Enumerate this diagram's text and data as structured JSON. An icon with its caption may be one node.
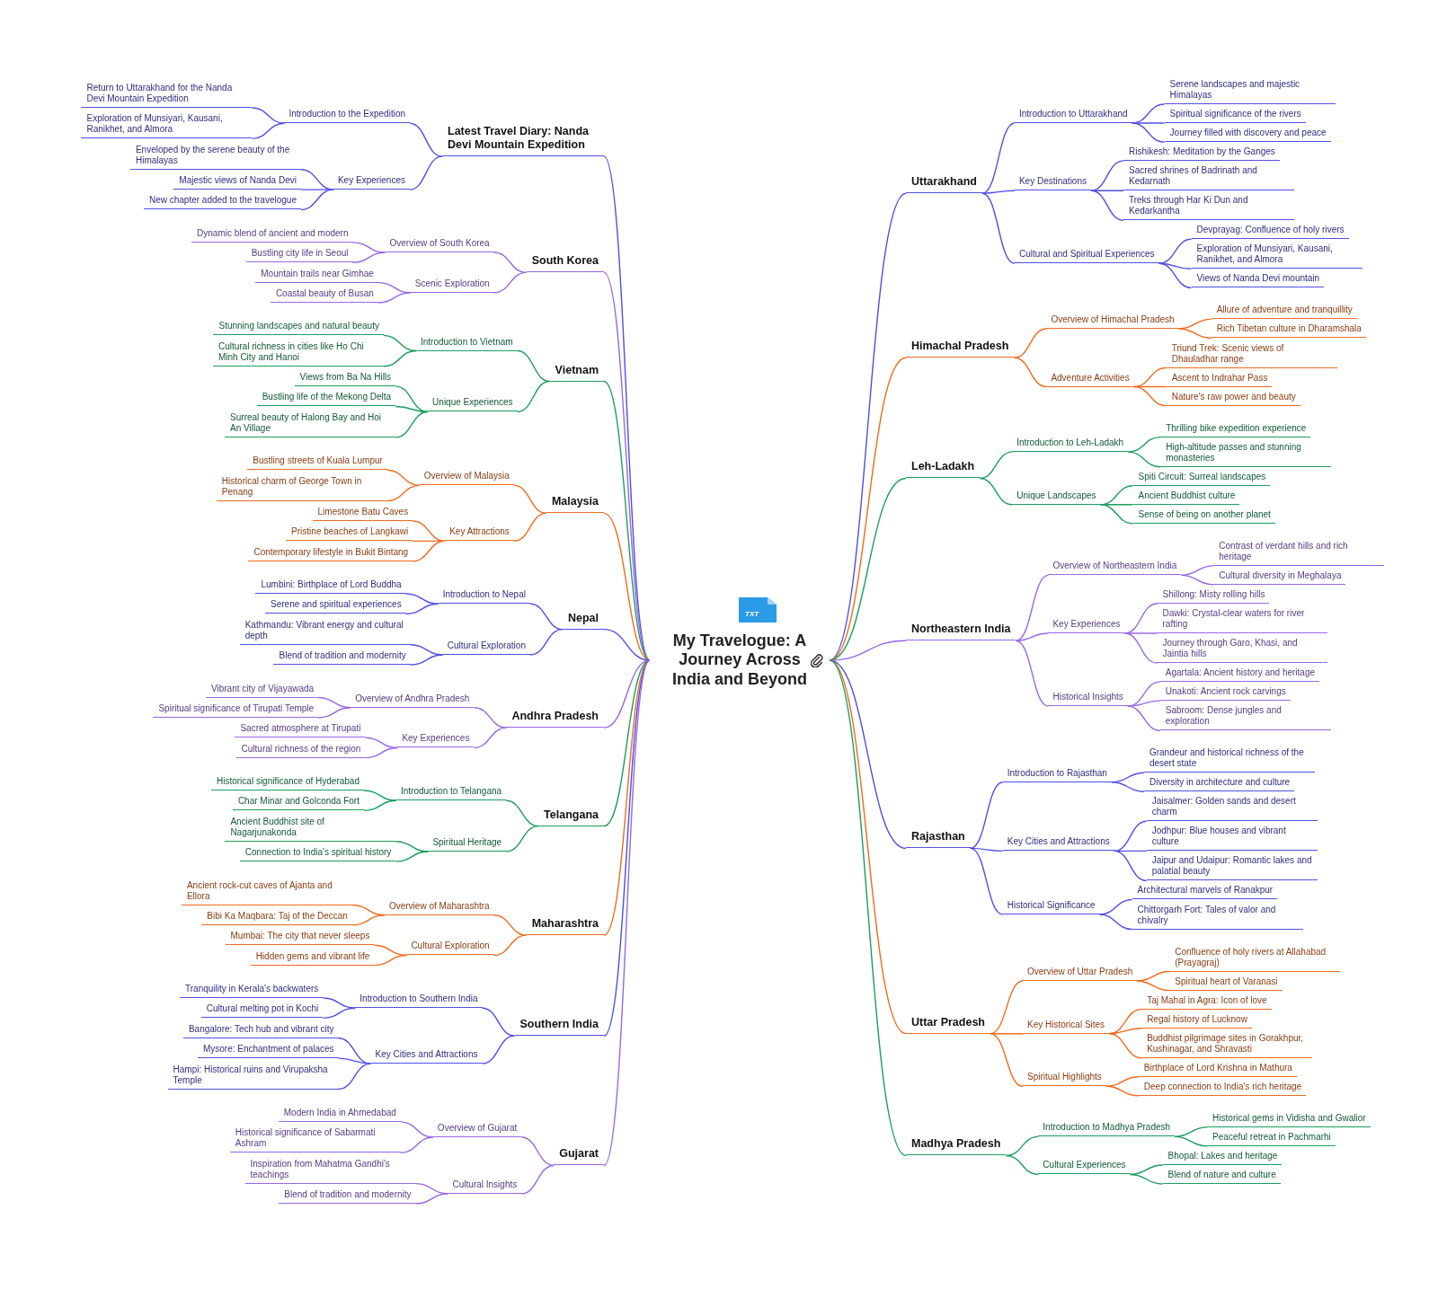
{
  "diagram": {
    "nodes": [
      {
        "text": [
          "My Travelogue: A Journey Across India and Beyond"
        ]
      },
      {
        "text": [
          "Uttarakhand"
        ]
      },
      {
        "text": [
          "Introduction to Uttarakhand"
        ]
      },
      {
        "text": [
          "Serene landscapes and majestic Himalayas"
        ]
      },
      {
        "text": [
          "Spiritual significance of the rivers"
        ]
      },
      {
        "text": [
          "Journey filled with discovery and peace"
        ]
      },
      {
        "text": [
          "Key Destinations"
        ]
      },
      {
        "text": [
          "Rishikesh: Meditation by the Ganges"
        ]
      },
      {
        "text": [
          "Sacred shrines of Badrinath and Kedarnath"
        ]
      },
      {
        "text": [
          "Treks through Har Ki Dun and Kedarkantha"
        ]
      },
      {
        "text": [
          "Cultural and Spiritual Experiences"
        ]
      },
      {
        "text": [
          "Devprayag: Confluence of holy rivers"
        ]
      },
      {
        "text": [
          "Exploration of Munsiyari, Kausani, Ranikhet, and Almora"
        ]
      },
      {
        "text": [
          "Views of Nanda Devi mountain"
        ]
      },
      {
        "text": [
          "Himachal Pradesh"
        ]
      },
      {
        "text": [
          "Overview of Himachal Pradesh"
        ]
      },
      {
        "text": [
          "Allure of adventure and tranquillity"
        ]
      },
      {
        "text": [
          "Rich Tibetan culture in Dharamshala"
        ]
      },
      {
        "text": [
          "Adventure Activities"
        ]
      },
      {
        "text": [
          "Triund Trek: Scenic views of Dhauladhar range"
        ]
      },
      {
        "text": [
          "Ascent to Indrahar Pass"
        ]
      },
      {
        "text": [
          "Nature's raw power and beauty"
        ]
      },
      {
        "text": [
          "Leh-Ladakh"
        ]
      },
      {
        "text": [
          "Introduction to Leh-Ladakh"
        ]
      },
      {
        "text": [
          "Thrilling bike expedition experience"
        ]
      },
      {
        "text": [
          "High-altitude passes and stunning monasteries"
        ]
      },
      {
        "text": [
          "Unique Landscapes"
        ]
      },
      {
        "text": [
          "Spiti Circuit: Surreal landscapes"
        ]
      },
      {
        "text": [
          "Ancient Buddhist culture"
        ]
      },
      {
        "text": [
          "Sense of being on another planet"
        ]
      },
      {
        "text": [
          "Northeastern India"
        ]
      },
      {
        "text": [
          "Overview of Northeastern India"
        ]
      },
      {
        "text": [
          "Contrast of verdant hills and rich heritage"
        ]
      },
      {
        "text": [
          "Cultural diversity in Meghalaya"
        ]
      },
      {
        "text": [
          "Key Experiences"
        ]
      },
      {
        "text": [
          "Shillong: Misty rolling hills"
        ]
      },
      {
        "text": [
          "Dawki: Crystal-clear waters for river rafting"
        ]
      },
      {
        "text": [
          "Journey through Garo, Khasi, and Jaintia hills"
        ]
      },
      {
        "text": [
          "Historical Insights"
        ]
      },
      {
        "text": [
          "Agartala: Ancient history and heritage"
        ]
      },
      {
        "text": [
          "Unakoti: Ancient rock carvings"
        ]
      },
      {
        "text": [
          "Sabroom: Dense jungles and exploration"
        ]
      },
      {
        "text": [
          "Rajasthan"
        ]
      },
      {
        "text": [
          "Introduction to Rajasthan"
        ]
      },
      {
        "text": [
          "Grandeur and historical richness of the desert state"
        ]
      },
      {
        "text": [
          "Diversity in architecture and culture"
        ]
      },
      {
        "text": [
          "Key Cities and Attractions"
        ]
      },
      {
        "text": [
          "Jaisalmer: Golden sands and desert charm"
        ]
      },
      {
        "text": [
          "Jodhpur: Blue houses and vibrant culture"
        ]
      },
      {
        "text": [
          "Jaipur and Udaipur: Romantic lakes and palatial beauty"
        ]
      },
      {
        "text": [
          "Historical Significance"
        ]
      },
      {
        "text": [
          "Architectural marvels of Ranakpur"
        ]
      },
      {
        "text": [
          "Chittorgarh Fort: Tales of valor and chivalry"
        ]
      },
      {
        "text": [
          "Uttar Pradesh"
        ]
      },
      {
        "text": [
          "Overview of Uttar Pradesh"
        ]
      },
      {
        "text": [
          "Confluence of holy rivers at Allahabad (Prayagraj)"
        ]
      },
      {
        "text": [
          "Spiritual heart of Varanasi"
        ]
      },
      {
        "text": [
          "Key Historical Sites"
        ]
      },
      {
        "text": [
          "Taj Mahal in Agra: Icon of love"
        ]
      },
      {
        "text": [
          "Regal history of Lucknow"
        ]
      },
      {
        "text": [
          "Buddhist pilgrimage sites in Gorakhpur, Kushinagar, and Shravasti"
        ]
      },
      {
        "text": [
          "Spiritual Highlights"
        ]
      },
      {
        "text": [
          "Birthplace of Lord Krishna in Mathura"
        ]
      },
      {
        "text": [
          "Deep connection to India's rich heritage"
        ]
      },
      {
        "text": [
          "Madhya Pradesh"
        ]
      },
      {
        "text": [
          "Introduction to Madhya Pradesh"
        ]
      },
      {
        "text": [
          "Historical gems in Vidisha and Gwalior"
        ]
      },
      {
        "text": [
          "Peaceful retreat in Pachmarhi"
        ]
      },
      {
        "text": [
          "Cultural Experiences"
        ]
      },
      {
        "text": [
          "Bhopal: Lakes and heritage"
        ]
      },
      {
        "text": [
          "Blend of nature and culture"
        ]
      },
      {
        "text": [
          "Latest Travel Diary: Nanda Devi Mountain Expedition"
        ]
      },
      {
        "text": [
          "Introduction to the Expedition"
        ]
      },
      {
        "text": [
          "Return to Uttarakhand for the Nanda Devi Mountain Expedition"
        ]
      },
      {
        "text": [
          "Exploration of Munsiyari, Kausani, Ranikhet, and Almora"
        ]
      },
      {
        "text": [
          "Key Experiences"
        ]
      },
      {
        "text": [
          "Enveloped by the serene beauty of the Himalayas"
        ]
      },
      {
        "text": [
          "Majestic views of Nanda Devi"
        ]
      },
      {
        "text": [
          "New chapter added to the travelogue"
        ]
      },
      {
        "text": [
          "South Korea"
        ]
      },
      {
        "text": [
          "Overview of South Korea"
        ]
      },
      {
        "text": [
          "Dynamic blend of ancient and modern"
        ]
      },
      {
        "text": [
          "Bustling city life in Seoul"
        ]
      },
      {
        "text": [
          "Scenic Exploration"
        ]
      },
      {
        "text": [
          "Mountain trails near Gimhae"
        ]
      },
      {
        "text": [
          "Coastal beauty of Busan"
        ]
      },
      {
        "text": [
          "Vietnam"
        ]
      },
      {
        "text": [
          "Introduction to Vietnam"
        ]
      },
      {
        "text": [
          "Stunning landscapes and natural beauty"
        ]
      },
      {
        "text": [
          "Cultural richness in cities like Ho Chi Minh City and Hanoi"
        ]
      },
      {
        "text": [
          "Unique Experiences"
        ]
      },
      {
        "text": [
          "Views from Ba Na Hills"
        ]
      },
      {
        "text": [
          "Bustling life of the Mekong Delta"
        ]
      },
      {
        "text": [
          "Surreal beauty of Halong Bay and Hoi An Village"
        ]
      },
      {
        "text": [
          "Malaysia"
        ]
      },
      {
        "text": [
          "Overview of Malaysia"
        ]
      },
      {
        "text": [
          "Bustling streets of Kuala Lumpur"
        ]
      },
      {
        "text": [
          "Historical charm of George Town in Penang"
        ]
      },
      {
        "text": [
          "Key Attractions"
        ]
      },
      {
        "text": [
          "Limestone Batu Caves"
        ]
      },
      {
        "text": [
          "Pristine beaches of Langkawi"
        ]
      },
      {
        "text": [
          "Contemporary lifestyle in Bukit Bintang"
        ]
      },
      {
        "text": [
          "Nepal"
        ]
      },
      {
        "text": [
          "Introduction to Nepal"
        ]
      },
      {
        "text": [
          "Lumbini: Birthplace of Lord Buddha"
        ]
      },
      {
        "text": [
          "Serene and spiritual experiences"
        ]
      },
      {
        "text": [
          "Cultural Exploration"
        ]
      },
      {
        "text": [
          "Kathmandu: Vibrant energy and cultural depth"
        ]
      },
      {
        "text": [
          "Blend of tradition and modernity"
        ]
      },
      {
        "text": [
          "Andhra Pradesh"
        ]
      },
      {
        "text": [
          "Overview of Andhra Pradesh"
        ]
      },
      {
        "text": [
          "Vibrant city of Vijayawada"
        ]
      },
      {
        "text": [
          "Spiritual significance of Tirupati Temple"
        ]
      },
      {
        "text": [
          "Key Experiences"
        ]
      },
      {
        "text": [
          "Sacred atmosphere at Tirupati"
        ]
      },
      {
        "text": [
          "Cultural richness of the region"
        ]
      },
      {
        "text": [
          "Telangana"
        ]
      },
      {
        "text": [
          "Introduction to Telangana"
        ]
      },
      {
        "text": [
          "Historical significance of Hyderabad"
        ]
      },
      {
        "text": [
          "Char Minar and Golconda Fort"
        ]
      },
      {
        "text": [
          "Spiritual Heritage"
        ]
      },
      {
        "text": [
          "Ancient Buddhist site of Nagarjunakonda"
        ]
      },
      {
        "text": [
          "Connection to India's spiritual history"
        ]
      },
      {
        "text": [
          "Maharashtra"
        ]
      },
      {
        "text": [
          "Overview of Maharashtra"
        ]
      },
      {
        "text": [
          "Ancient rock-cut caves of Ajanta and Ellora"
        ]
      },
      {
        "text": [
          "Bibi Ka Maqbara: Taj of the Deccan"
        ]
      },
      {
        "text": [
          "Cultural Exploration"
        ]
      },
      {
        "text": [
          "Mumbai: The city that never sleeps"
        ]
      },
      {
        "text": [
          "Hidden gems and vibrant life"
        ]
      },
      {
        "text": [
          "Southern India"
        ]
      },
      {
        "text": [
          "Introduction to Southern India"
        ]
      },
      {
        "text": [
          "Tranquility in Kerala's backwaters"
        ]
      },
      {
        "text": [
          "Cultural melting pot in Kochi"
        ]
      },
      {
        "text": [
          "Key Cities and Attractions"
        ]
      },
      {
        "text": [
          "Bangalore: Tech hub and vibrant city"
        ]
      },
      {
        "text": [
          "Mysore: Enchantment of palaces"
        ]
      },
      {
        "text": [
          "Hampi: Historical ruins and Virupaksha Temple"
        ]
      },
      {
        "text": [
          "Gujarat"
        ]
      },
      {
        "text": [
          "Overview of Gujarat"
        ]
      },
      {
        "text": [
          "Modern India in Ahmedabad"
        ]
      },
      {
        "text": [
          "Historical significance of Sabarmati Ashram"
        ]
      },
      {
        "text": [
          "Cultural Insights"
        ]
      },
      {
        "text": [
          "Inspiration from Mahatma Gandhi's teachings"
        ]
      },
      {
        "text": [
          "Blend of tradition and modernity"
        ]
      }
    ],
    "edges": [
      {
        "from": 0,
        "to": 1,
        "arrow": "none"
      },
      {
        "from": 1,
        "to": 2,
        "arrow": "none"
      },
      {
        "from": 2,
        "to": 3,
        "arrow": "none"
      },
      {
        "from": 2,
        "to": 4,
        "arrow": "none"
      },
      {
        "from": 2,
        "to": 5,
        "arrow": "none"
      },
      {
        "from": 1,
        "to": 6,
        "arrow": "none"
      },
      {
        "from": 6,
        "to": 7,
        "arrow": "none"
      },
      {
        "from": 6,
        "to": 8,
        "arrow": "none"
      },
      {
        "from": 6,
        "to": 9,
        "arrow": "none"
      },
      {
        "from": 1,
        "to": 10,
        "arrow": "none"
      },
      {
        "from": 10,
        "to": 11,
        "arrow": "none"
      },
      {
        "from": 10,
        "to": 12,
        "arrow": "none"
      },
      {
        "from": 10,
        "to": 13,
        "arrow": "none"
      },
      {
        "from": 0,
        "to": 14,
        "arrow": "none",
        "color": "#f26b1d"
      },
      {
        "from": 14,
        "to": 15,
        "arrow": "none",
        "color": "#f26b1d"
      },
      {
        "from": 15,
        "to": 16,
        "arrow": "none",
        "color": "#f26b1d"
      },
      {
        "from": 15,
        "to": 17,
        "arrow": "none",
        "color": "#f26b1d"
      },
      {
        "from": 14,
        "to": 18,
        "arrow": "none",
        "color": "#f26b1d"
      },
      {
        "from": 18,
        "to": 19,
        "arrow": "none",
        "color": "#f26b1d"
      },
      {
        "from": 18,
        "to": 20,
        "arrow": "none",
        "color": "#f26b1d"
      },
      {
        "from": 18,
        "to": 21,
        "arrow": "none",
        "color": "#f26b1d"
      },
      {
        "from": 0,
        "to": 22,
        "arrow": "none",
        "color": "#1a9e5c"
      },
      {
        "from": 22,
        "to": 23,
        "arrow": "none",
        "color": "#1a9e5c"
      },
      {
        "from": 23,
        "to": 24,
        "arrow": "none",
        "color": "#1a9e5c"
      },
      {
        "from": 23,
        "to": 25,
        "arrow": "none",
        "color": "#1a9e5c"
      },
      {
        "from": 22,
        "to": 26,
        "arrow": "none",
        "color": "#1a9e5c"
      },
      {
        "from": 26,
        "to": 27,
        "arrow": "none",
        "color": "#1a9e5c"
      },
      {
        "from": 26,
        "to": 28,
        "arrow": "none",
        "color": "#1a9e5c"
      },
      {
        "from": 26,
        "to": 29,
        "arrow": "none",
        "color": "#1a9e5c"
      },
      {
        "from": 0,
        "to": 30,
        "arrow": "none",
        "color": "#9966e6"
      },
      {
        "from": 30,
        "to": 31,
        "arrow": "none",
        "color": "#9966e6"
      },
      {
        "from": 31,
        "to": 32,
        "arrow": "none",
        "color": "#9966e6"
      },
      {
        "from": 31,
        "to": 33,
        "arrow": "none",
        "color": "#9966e6"
      },
      {
        "from": 30,
        "to": 34,
        "arrow": "none",
        "color": "#9966e6"
      },
      {
        "from": 34,
        "to": 35,
        "arrow": "none",
        "color": "#9966e6"
      },
      {
        "from": 34,
        "to": 36,
        "arrow": "none",
        "color": "#9966e6"
      },
      {
        "from": 34,
        "to": 37,
        "arrow": "none",
        "color": "#9966e6"
      },
      {
        "from": 30,
        "to": 38,
        "arrow": "none",
        "color": "#9966e6"
      },
      {
        "from": 38,
        "to": 39,
        "arrow": "none",
        "color": "#9966e6"
      },
      {
        "from": 38,
        "to": 40,
        "arrow": "none",
        "color": "#9966e6"
      },
      {
        "from": 38,
        "to": 41,
        "arrow": "none",
        "color": "#9966e6"
      },
      {
        "from": 0,
        "to": 42,
        "arrow": "none"
      },
      {
        "from": 42,
        "to": 43,
        "arrow": "none"
      },
      {
        "from": 43,
        "to": 44,
        "arrow": "none"
      },
      {
        "from": 43,
        "to": 45,
        "arrow": "none"
      },
      {
        "from": 42,
        "to": 46,
        "arrow": "none"
      },
      {
        "from": 46,
        "to": 47,
        "arrow": "none"
      },
      {
        "from": 46,
        "to": 48,
        "arrow": "none"
      },
      {
        "from": 46,
        "to": 49,
        "arrow": "none"
      },
      {
        "from": 42,
        "to": 50,
        "arrow": "none"
      },
      {
        "from": 50,
        "to": 51,
        "arrow": "none"
      },
      {
        "from": 50,
        "to": 52,
        "arrow": "none"
      },
      {
        "from": 0,
        "to": 53,
        "arrow": "none",
        "color": "#f26b1d"
      },
      {
        "from": 53,
        "to": 54,
        "arrow": "none",
        "color": "#f26b1d"
      },
      {
        "from": 54,
        "to": 55,
        "arrow": "none",
        "color": "#f26b1d"
      },
      {
        "from": 54,
        "to": 56,
        "arrow": "none",
        "color": "#f26b1d"
      },
      {
        "from": 53,
        "to": 57,
        "arrow": "none",
        "color": "#f26b1d"
      },
      {
        "from": 57,
        "to": 58,
        "arrow": "none",
        "color": "#f26b1d"
      },
      {
        "from": 57,
        "to": 59,
        "arrow": "none",
        "color": "#f26b1d"
      },
      {
        "from": 57,
        "to": 60,
        "arrow": "none",
        "color": "#f26b1d"
      },
      {
        "from": 53,
        "to": 61,
        "arrow": "none",
        "color": "#f26b1d"
      },
      {
        "from": 61,
        "to": 62,
        "arrow": "none",
        "color": "#f26b1d"
      },
      {
        "from": 61,
        "to": 63,
        "arrow": "none",
        "color": "#f26b1d"
      },
      {
        "from": 0,
        "to": 64,
        "arrow": "none",
        "color": "#1a9e5c"
      },
      {
        "from": 64,
        "to": 65,
        "arrow": "none",
        "color": "#1a9e5c"
      },
      {
        "from": 65,
        "to": 66,
        "arrow": "none",
        "color": "#1a9e5c"
      },
      {
        "from": 65,
        "to": 67,
        "arrow": "none",
        "color": "#1a9e5c"
      },
      {
        "from": 64,
        "to": 68,
        "arrow": "none",
        "color": "#1a9e5c"
      },
      {
        "from": 68,
        "to": 69,
        "arrow": "none",
        "color": "#1a9e5c"
      },
      {
        "from": 68,
        "to": 70,
        "arrow": "none",
        "color": "#1a9e5c"
      },
      {
        "from": 0,
        "to": 71,
        "arrow": "none"
      },
      {
        "from": 71,
        "to": 72,
        "arrow": "none"
      },
      {
        "from": 72,
        "to": 73,
        "arrow": "none"
      },
      {
        "from": 72,
        "to": 74,
        "arrow": "none"
      },
      {
        "from": 71,
        "to": 75,
        "arrow": "none"
      },
      {
        "from": 75,
        "to": 76,
        "arrow": "none"
      },
      {
        "from": 75,
        "to": 77,
        "arrow": "none"
      },
      {
        "from": 75,
        "to": 78,
        "arrow": "none"
      },
      {
        "from": 0,
        "to": 79,
        "arrow": "none",
        "color": "#9966e6"
      },
      {
        "from": 79,
        "to": 80,
        "arrow": "none",
        "color": "#9966e6"
      },
      {
        "from": 80,
        "to": 81,
        "arrow": "none",
        "color": "#9966e6"
      },
      {
        "from": 80,
        "to": 82,
        "arrow": "none",
        "color": "#9966e6"
      },
      {
        "from": 79,
        "to": 83,
        "arrow": "none",
        "color": "#9966e6"
      },
      {
        "from": 83,
        "to": 84,
        "arrow": "none",
        "color": "#9966e6"
      },
      {
        "from": 83,
        "to": 85,
        "arrow": "none",
        "color": "#9966e6"
      },
      {
        "from": 0,
        "to": 86,
        "arrow": "none",
        "color": "#1a9e5c"
      },
      {
        "from": 86,
        "to": 87,
        "arrow": "none",
        "color": "#1a9e5c"
      },
      {
        "from": 87,
        "to": 88,
        "arrow": "none",
        "color": "#1a9e5c"
      },
      {
        "from": 87,
        "to": 89,
        "arrow": "none",
        "color": "#1a9e5c"
      },
      {
        "from": 86,
        "to": 90,
        "arrow": "none",
        "color": "#1a9e5c"
      },
      {
        "from": 90,
        "to": 91,
        "arrow": "none",
        "color": "#1a9e5c"
      },
      {
        "from": 90,
        "to": 92,
        "arrow": "none",
        "color": "#1a9e5c"
      },
      {
        "from": 90,
        "to": 93,
        "arrow": "none",
        "color": "#1a9e5c"
      },
      {
        "from": 0,
        "to": 94,
        "arrow": "none",
        "color": "#f26b1d"
      },
      {
        "from": 94,
        "to": 95,
        "arrow": "none",
        "color": "#f26b1d"
      },
      {
        "from": 95,
        "to": 96,
        "arrow": "none",
        "color": "#f26b1d"
      },
      {
        "from": 95,
        "to": 97,
        "arrow": "none",
        "color": "#f26b1d"
      },
      {
        "from": 94,
        "to": 98,
        "arrow": "none",
        "color": "#f26b1d"
      },
      {
        "from": 98,
        "to": 99,
        "arrow": "none",
        "color": "#f26b1d"
      },
      {
        "from": 98,
        "to": 100,
        "arrow": "none",
        "color": "#f26b1d"
      },
      {
        "from": 98,
        "to": 101,
        "arrow": "none",
        "color": "#f26b1d"
      },
      {
        "from": 0,
        "to": 102,
        "arrow": "none"
      },
      {
        "from": 102,
        "to": 103,
        "arrow": "none"
      },
      {
        "from": 103,
        "to": 104,
        "arrow": "none"
      },
      {
        "from": 103,
        "to": 105,
        "arrow": "none"
      },
      {
        "from": 102,
        "to": 106,
        "arrow": "none"
      },
      {
        "from": 106,
        "to": 107,
        "arrow": "none"
      },
      {
        "from": 106,
        "to": 108,
        "arrow": "none"
      },
      {
        "from": 0,
        "to": 109,
        "arrow": "none",
        "color": "#9966e6"
      },
      {
        "from": 109,
        "to": 110,
        "arrow": "none",
        "color": "#9966e6"
      },
      {
        "from": 110,
        "to": 111,
        "arrow": "none",
        "color": "#9966e6"
      },
      {
        "from": 110,
        "to": 112,
        "arrow": "none",
        "color": "#9966e6"
      },
      {
        "from": 109,
        "to": 113,
        "arrow": "none",
        "color": "#9966e6"
      },
      {
        "from": 113,
        "to": 114,
        "arrow": "none",
        "color": "#9966e6"
      },
      {
        "from": 113,
        "to": 115,
        "arrow": "none",
        "color": "#9966e6"
      },
      {
        "from": 0,
        "to": 116,
        "arrow": "none",
        "color": "#1a9e5c"
      },
      {
        "from": 116,
        "to": 117,
        "arrow": "none",
        "color": "#1a9e5c"
      },
      {
        "from": 117,
        "to": 118,
        "arrow": "none",
        "color": "#1a9e5c"
      },
      {
        "from": 117,
        "to": 119,
        "arrow": "none",
        "color": "#1a9e5c"
      },
      {
        "from": 116,
        "to": 120,
        "arrow": "none",
        "color": "#1a9e5c"
      },
      {
        "from": 120,
        "to": 121,
        "arrow": "none",
        "color": "#1a9e5c"
      },
      {
        "from": 120,
        "to": 122,
        "arrow": "none",
        "color": "#1a9e5c"
      },
      {
        "from": 0,
        "to": 123,
        "arrow": "none",
        "color": "#f26b1d"
      },
      {
        "from": 123,
        "to": 124,
        "arrow": "none",
        "color": "#f26b1d"
      },
      {
        "from": 124,
        "to": 125,
        "arrow": "none",
        "color": "#f26b1d"
      },
      {
        "from": 124,
        "to": 126,
        "arrow": "none",
        "color": "#f26b1d"
      },
      {
        "from": 123,
        "to": 127,
        "arrow": "none",
        "color": "#f26b1d"
      },
      {
        "from": 127,
        "to": 128,
        "arrow": "none",
        "color": "#f26b1d"
      },
      {
        "from": 127,
        "to": 129,
        "arrow": "none",
        "color": "#f26b1d"
      },
      {
        "from": 0,
        "to": 130,
        "arrow": "none"
      },
      {
        "from": 130,
        "to": 131,
        "arrow": "none"
      },
      {
        "from": 131,
        "to": 132,
        "arrow": "none"
      },
      {
        "from": 131,
        "to": 133,
        "arrow": "none"
      },
      {
        "from": 130,
        "to": 134,
        "arrow": "none"
      },
      {
        "from": 134,
        "to": 135,
        "arrow": "none"
      },
      {
        "from": 134,
        "to": 136,
        "arrow": "none"
      },
      {
        "from": 134,
        "to": 137,
        "arrow": "none"
      },
      {
        "from": 0,
        "to": 138,
        "arrow": "none",
        "color": "#9966e6"
      },
      {
        "from": 138,
        "to": 139,
        "arrow": "none",
        "color": "#9966e6"
      },
      {
        "from": 139,
        "to": 140,
        "arrow": "none",
        "color": "#9966e6"
      },
      {
        "from": 139,
        "to": 141,
        "arrow": "none",
        "color": "#9966e6"
      },
      {
        "from": 138,
        "to": 142,
        "arrow": "none",
        "color": "#9966e6"
      },
      {
        "from": 142,
        "to": 143,
        "arrow": "none",
        "color": "#9966e6"
      },
      {
        "from": 142,
        "to": 144,
        "arrow": "none",
        "color": "#9966e6"
      }
    ],
    "labels": [
      "TXT"
    ]
  }
}
